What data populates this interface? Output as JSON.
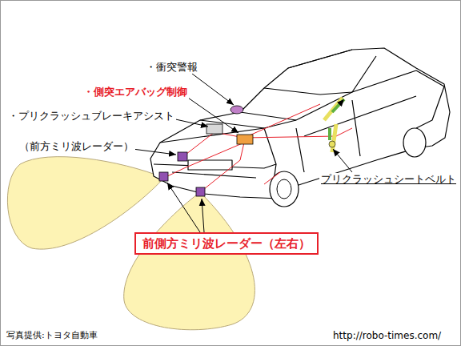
{
  "diagram": {
    "nodes": [
      {
        "text": [
          "前側方ミリ波レーダー（左右）"
        ]
      }
    ],
    "labels": [
      "・衝突警報",
      "・側突エアバッグ制御",
      "・プリクラッシュブレーキアシスト",
      "（前方ミリ波レーダー）",
      "プリクラッシュシートベルト",
      "写真提供:トヨタ自動車",
      "http://robo-times.com/"
    ]
  }
}
